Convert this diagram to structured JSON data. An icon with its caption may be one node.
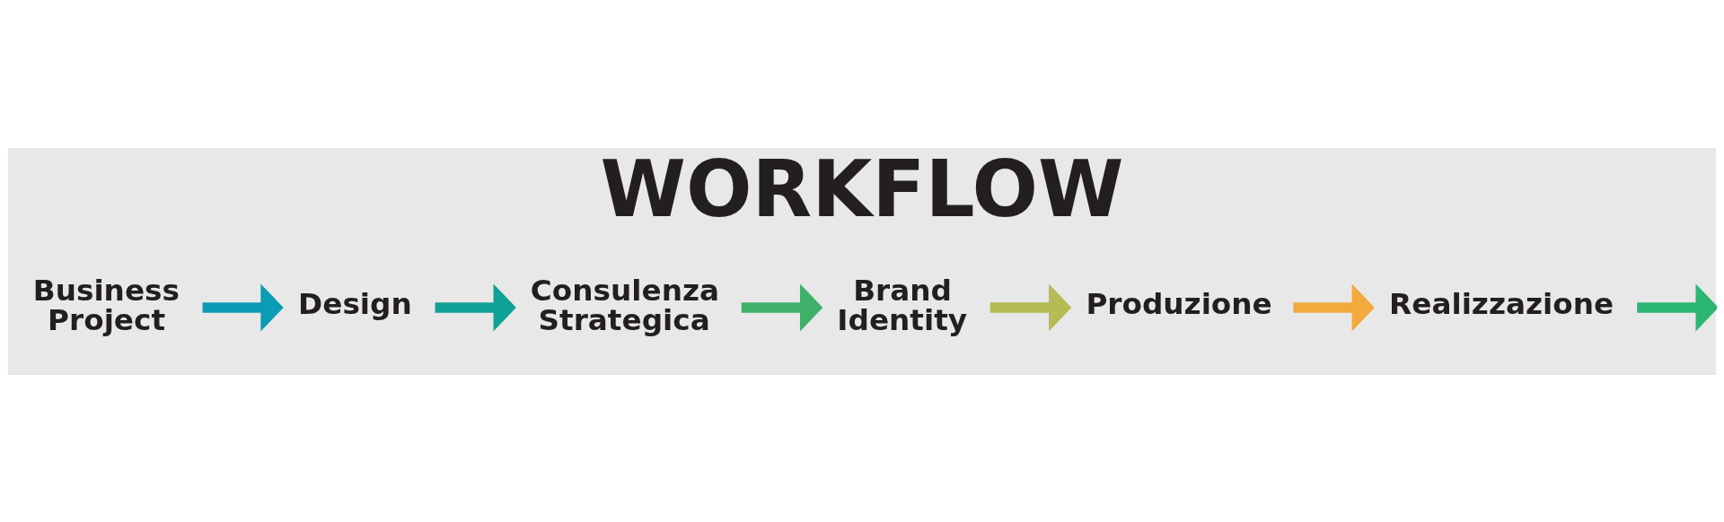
{
  "diagram": {
    "title": "WORKFLOW",
    "nodes": [
      {
        "text": [
          "Business Project"
        ]
      },
      {
        "text": [
          "Design"
        ]
      },
      {
        "text": [
          "Consulenza Strategica"
        ]
      },
      {
        "text": [
          "Brand Identity"
        ]
      },
      {
        "text": [
          "Produzione"
        ]
      },
      {
        "text": [
          "Realizzazione"
        ]
      }
    ],
    "edges": [
      {
        "from": 0,
        "to": 1,
        "arrow": "to",
        "color": "#0a9bb5"
      },
      {
        "from": 1,
        "to": 2,
        "arrow": "to",
        "color": "#10a196"
      },
      {
        "from": 2,
        "to": 3,
        "arrow": "to",
        "color": "#3fb06a"
      },
      {
        "from": 3,
        "to": 4,
        "arrow": "to",
        "color": "#b6bb55"
      },
      {
        "from": 4,
        "to": 5,
        "arrow": "to",
        "color": "#f2aa3c"
      },
      {
        "from": 5,
        "to": null,
        "arrow": "to",
        "color": "#2cb673"
      }
    ]
  }
}
